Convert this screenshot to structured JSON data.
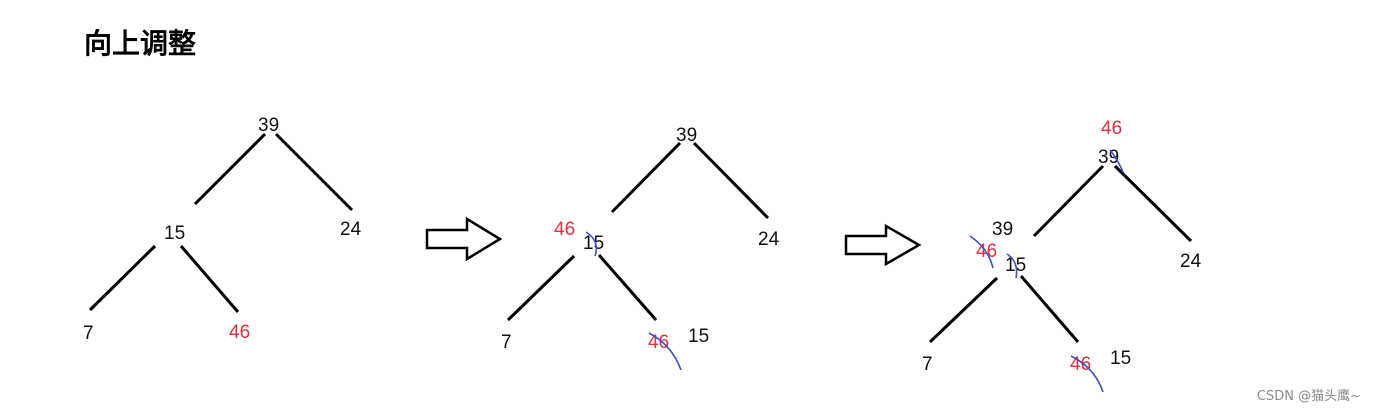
{
  "title": "向上调整",
  "watermark": "CSDN @猫头鹰~",
  "colors": {
    "edge": "#000000",
    "label_default": "#111111",
    "label_highlight": "#e0323c",
    "strike_mark": "#3b4fc4"
  },
  "panels": [
    {
      "labels": [
        {
          "text": "39",
          "color": "default"
        },
        {
          "text": "15",
          "color": "default"
        },
        {
          "text": "24",
          "color": "default"
        },
        {
          "text": "7",
          "color": "default"
        },
        {
          "text": "46",
          "color": "highlight"
        }
      ]
    },
    {
      "labels": [
        {
          "text": "39",
          "color": "default"
        },
        {
          "text": "46",
          "color": "highlight"
        },
        {
          "text": "15",
          "color": "default"
        },
        {
          "text": "24",
          "color": "default"
        },
        {
          "text": "7",
          "color": "default"
        },
        {
          "text": "46",
          "color": "highlight"
        },
        {
          "text": "15",
          "color": "default"
        }
      ]
    },
    {
      "labels": [
        {
          "text": "46",
          "color": "highlight"
        },
        {
          "text": "39",
          "color": "default"
        },
        {
          "text": "39",
          "color": "default"
        },
        {
          "text": "46",
          "color": "highlight"
        },
        {
          "text": "15",
          "color": "default"
        },
        {
          "text": "24",
          "color": "default"
        },
        {
          "text": "7",
          "color": "default"
        },
        {
          "text": "46",
          "color": "highlight"
        },
        {
          "text": "15",
          "color": "default"
        }
      ]
    }
  ]
}
